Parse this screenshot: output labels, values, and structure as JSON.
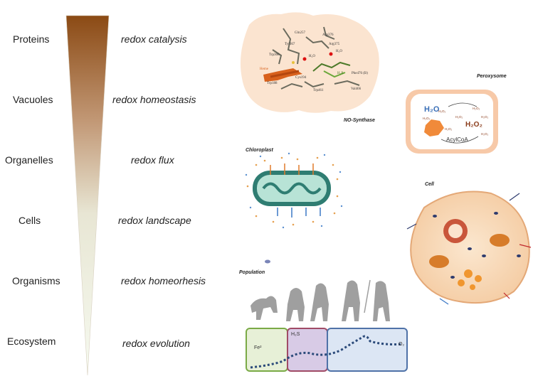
{
  "levels": [
    {
      "level": "Proteins",
      "process": "redox catalysis"
    },
    {
      "level": "Vacuoles",
      "process": "redox homeostasis"
    },
    {
      "level": "Organelles",
      "process": "redox flux"
    },
    {
      "level": "Cells",
      "process": "redox landscape"
    },
    {
      "level": "Organisms",
      "process": "redox homeorhesis"
    },
    {
      "level": "Ecosystem",
      "process": "redox evolution"
    }
  ],
  "panels": {
    "nos_caption": "NO-Synthase",
    "peroxysome_caption": "Peroxysome",
    "chloroplast_caption": "Chloroplast",
    "cell_caption": "Cell",
    "population_caption": "Population"
  },
  "nos_labels": {
    "gln": "Gln257",
    "asp": "Asp376",
    "arg": "Arg375",
    "tyr": "Tyr367",
    "trp_a": "Trp366",
    "h2o_a": "H₂O",
    "h2o_b": "H₂O",
    "heme": "Heme",
    "cys": "Cys194",
    "trp_b": "Trp188",
    "trp_c": "Trp461",
    "val": "Val466",
    "phe": "Phe476 (B)",
    "h4b": "H₄B"
  },
  "peroxysome_labels": {
    "h2o_big": "H₂O",
    "h2o2_big": "H₂O₂",
    "acylcoa": "AcylCoA",
    "small": "H₂O₂"
  },
  "ecosystem_labels": {
    "fe": "Fe²",
    "h2s": "H₂S",
    "o2": "O₂"
  },
  "colors": {
    "wedge_top": "#8b4a14",
    "wedge_bottom": "#f3f8ec",
    "box1": "#7aaa46",
    "box2": "#a04b66",
    "box3": "#4f72a8",
    "dotted": "#2b4a7a"
  }
}
